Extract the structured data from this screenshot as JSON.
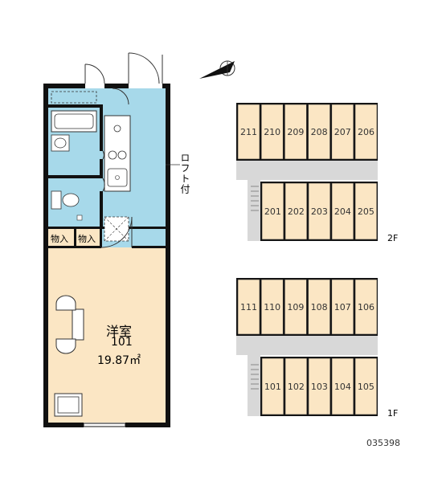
{
  "floorplan": {
    "room_name": "洋室",
    "room_number": "101",
    "room_area": "19.87㎡",
    "closet_1": "物入",
    "closet_2": "物入",
    "loft_label": "ロフト付"
  },
  "site": {
    "floor_2": {
      "label": "2F",
      "top_row": [
        "211",
        "210",
        "209",
        "208",
        "207",
        "206"
      ],
      "bottom_row": [
        "201",
        "202",
        "203",
        "204",
        "205"
      ]
    },
    "floor_1": {
      "label": "1F",
      "top_row": [
        "111",
        "110",
        "109",
        "108",
        "107",
        "106"
      ],
      "bottom_row": [
        "101",
        "102",
        "103",
        "104",
        "105"
      ]
    }
  },
  "reference_code": "035398",
  "colors": {
    "room_fill": "#fbe6c4",
    "wet_area_fill": "#a7d9ea",
    "wall": "#111111",
    "corridor": "#d8d8d8"
  }
}
